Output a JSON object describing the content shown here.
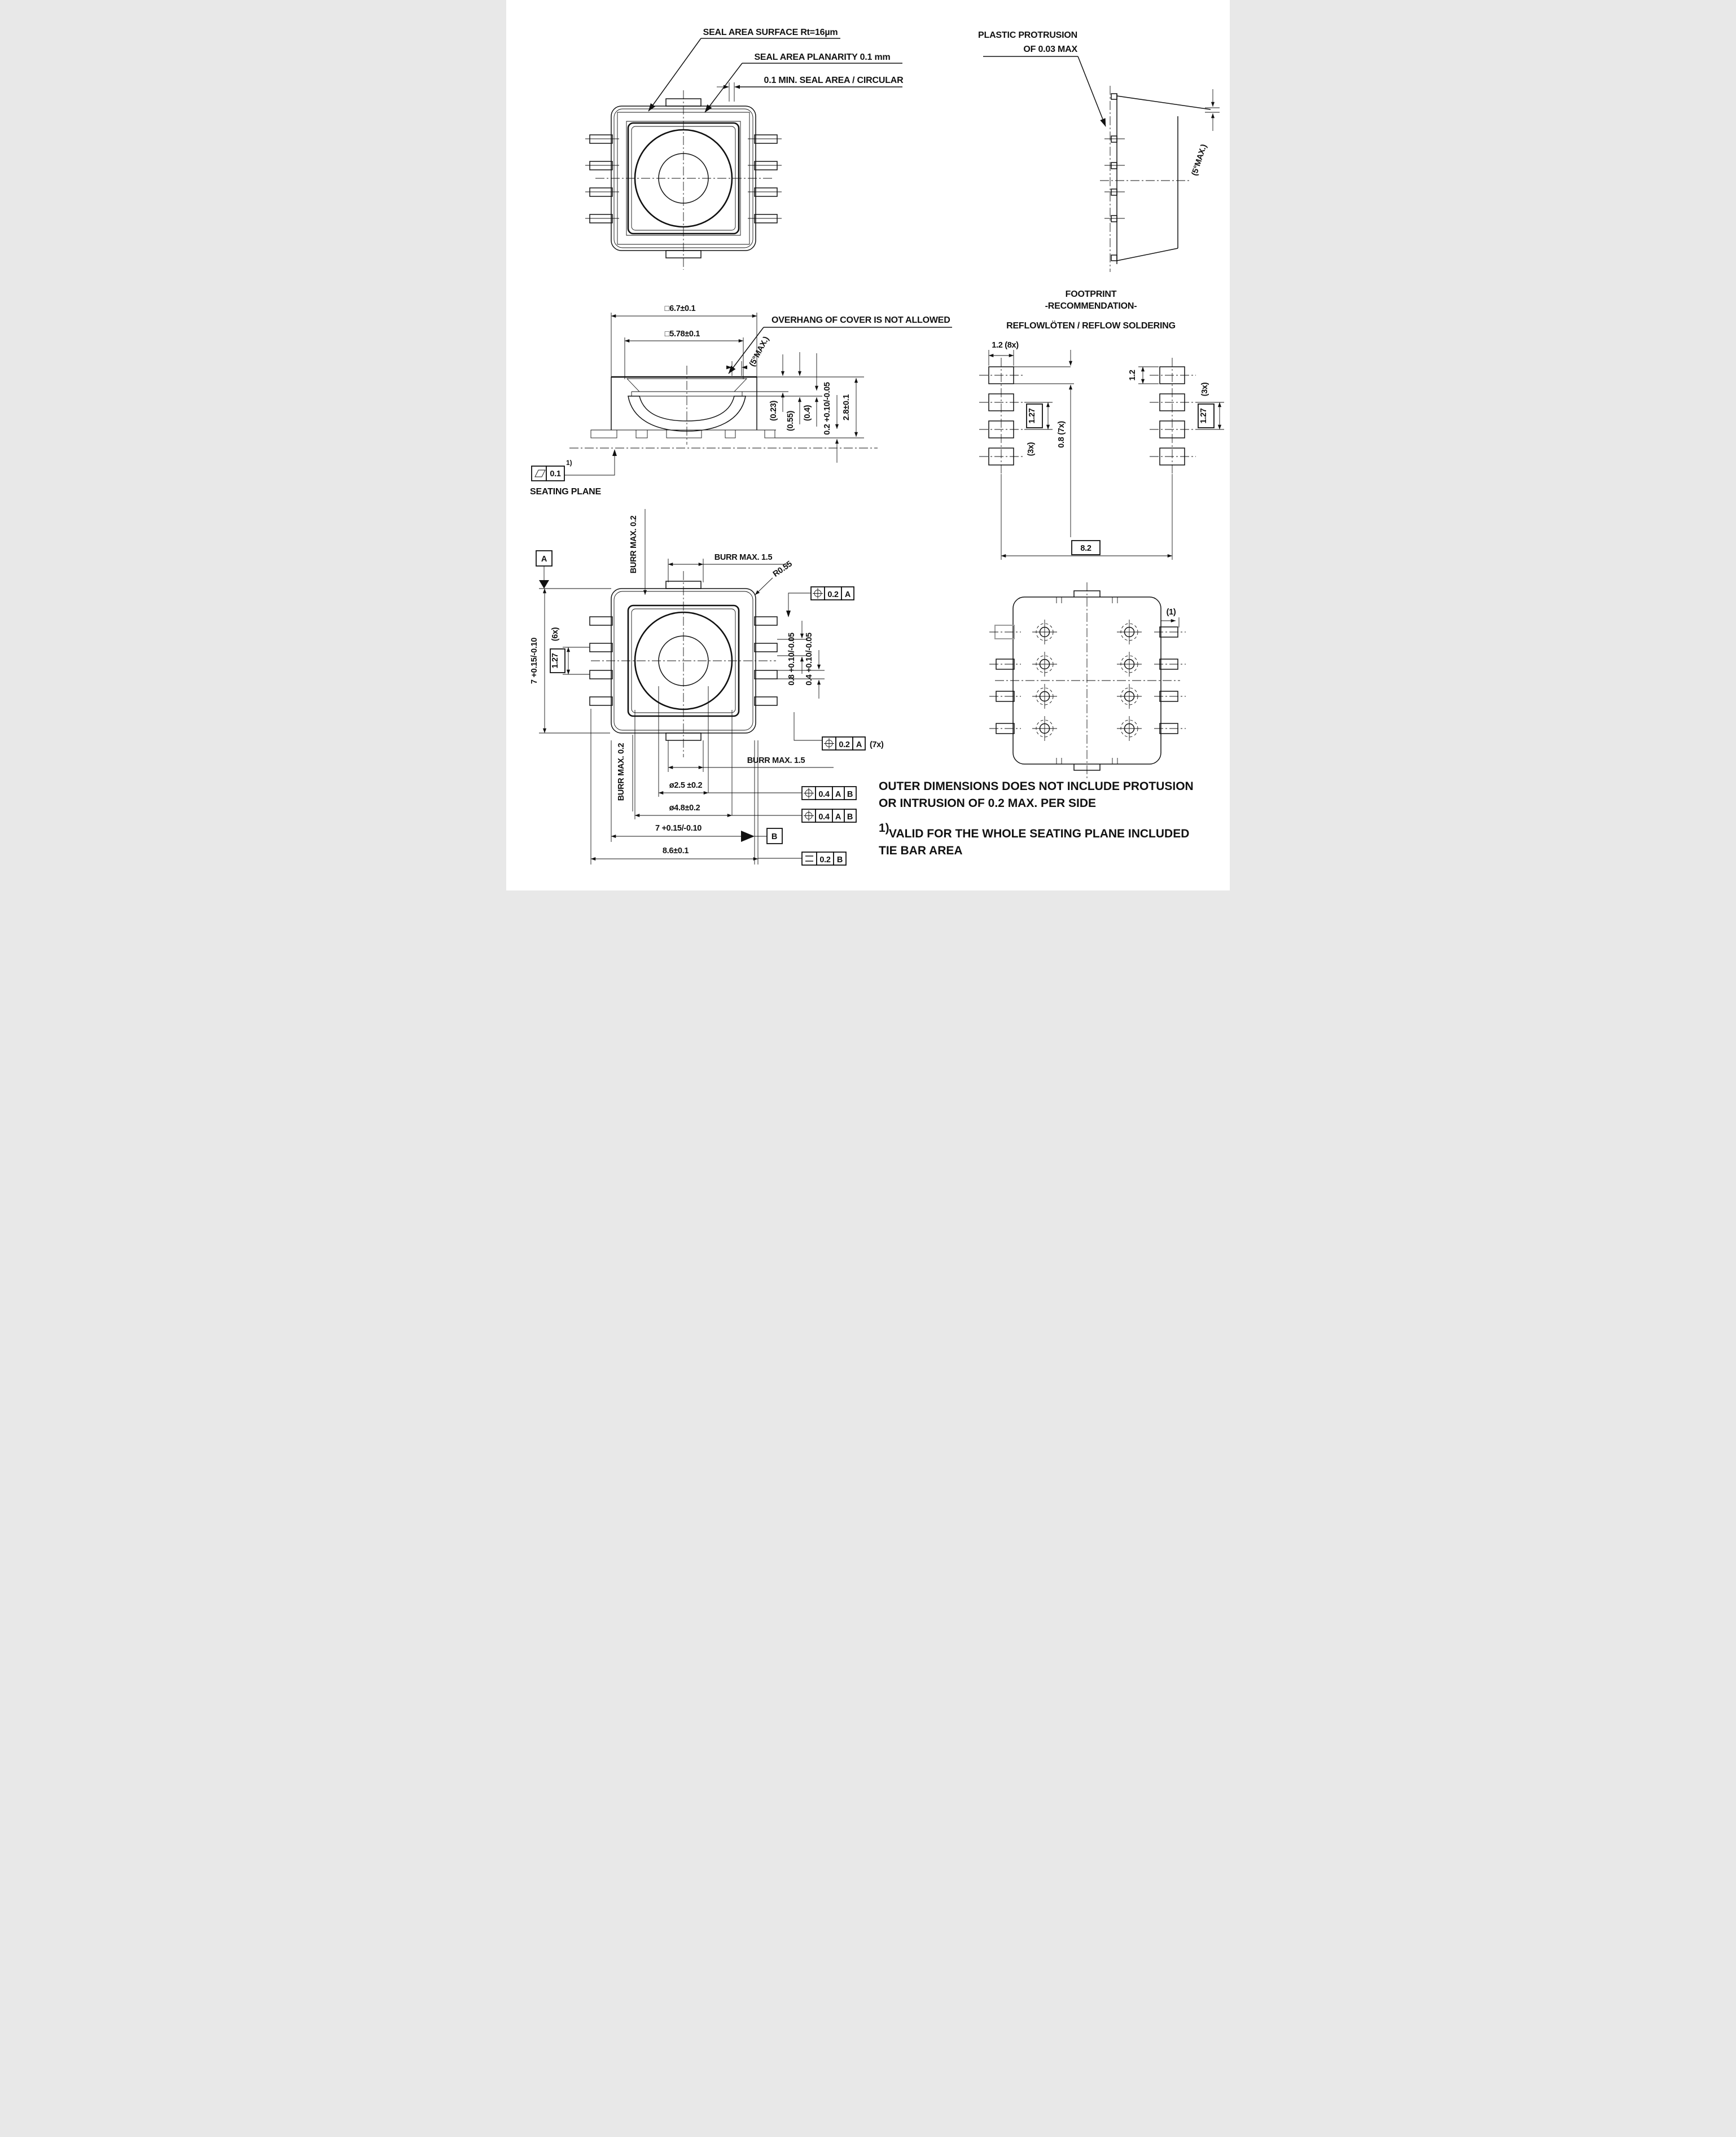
{
  "top_view": {
    "label_surface": "SEAL AREA SURFACE Rt=16µm",
    "label_planarity": "SEAL AREA PLANARITY 0.1 mm",
    "label_seal_min": "0.1 MIN.  SEAL AREA / CIRCULAR"
  },
  "side_view": {
    "label_protrusion_1": "PLASTIC PROTRUSION",
    "label_protrusion_2": "OF 0.03 MAX",
    "label_angle": "(5°MAX.)"
  },
  "section_view": {
    "dim_outer": "□6.7±0.1",
    "dim_cavity": "□5.78±0.1",
    "label_overhang": "OVERHANG OF COVER IS NOT ALLOWED",
    "label_angle": "(5°MAX.)",
    "dim_lid": "(0.23)",
    "dim_depth": "(0.55)",
    "dim_step": "(0.4)",
    "dim_standoff": "0.2 +0.10/-0.05",
    "dim_height": "2.8±0.1",
    "seating_tolerance": "0.1",
    "seating_note_ref": "1)",
    "seating_label": "SEATING PLANE"
  },
  "footprint_view": {
    "title_1": "FOOTPRINT",
    "title_2": "-RECOMMENDATION-",
    "title_3": "REFLOWLÖTEN / REFLOW SOLDERING",
    "dim_pad_width": "1.2 (8x)",
    "dim_pad_height": "0.8 (7x)",
    "dim_pitch_left": "1.27",
    "dim_pitch_left_count": "(3x)",
    "dim_pad_height_right": "1.2",
    "dim_pitch_right": "1.27",
    "dim_pitch_right_count": "(3x)",
    "dim_span": "8.2"
  },
  "bottom_view": {
    "datum_a": "A",
    "datum_b": "B",
    "label_burr_top": "BURR MAX. 0.2",
    "label_burr_top_tab": "BURR MAX. 1.5",
    "label_radius": "R0.55",
    "fcf_corner": {
      "value": "0.2",
      "datum": "A"
    },
    "dim_body_v": "7 +0.15/-0.10",
    "dim_pitch": "1.27",
    "dim_pitch_count": "(6x)",
    "dim_lead_outer": "0.8 +0.10/-0.05",
    "dim_lead_tip": "0.4 +0.10/-0.05",
    "fcf_leads": {
      "value": "0.2",
      "datum": "A",
      "count": "(7x)"
    },
    "label_burr_bottom_tab": "BURR MAX. 1.5",
    "label_burr_bottom": "BURR MAX. 0.2",
    "dim_circle_small": "ø2.5 ±0.2",
    "dim_circle_large": "ø4.8±0.2",
    "fcf_circle_small": {
      "value": "0.4",
      "datum_1": "A",
      "datum_2": "B"
    },
    "fcf_circle_large": {
      "value": "0.4",
      "datum_1": "A",
      "datum_2": "B"
    },
    "dim_body_h": "7 +0.15/-0.10",
    "dim_total": "8.6±0.1",
    "fcf_symmetry": {
      "value": "0.2",
      "datum": "B"
    }
  },
  "land_view": {
    "label_ref": "(1)"
  },
  "notes": {
    "note1_line1": "OUTER DIMENSIONS DOES NOT INCLUDE PROTUSION",
    "note1_line2": "OR INTRUSION OF 0.2 MAX. PER SIDE",
    "note2_ref": "1)",
    "note2_line1": "VALID FOR THE WHOLE SEATING PLANE INCLUDED",
    "note2_line2": "TIE BAR AREA"
  }
}
